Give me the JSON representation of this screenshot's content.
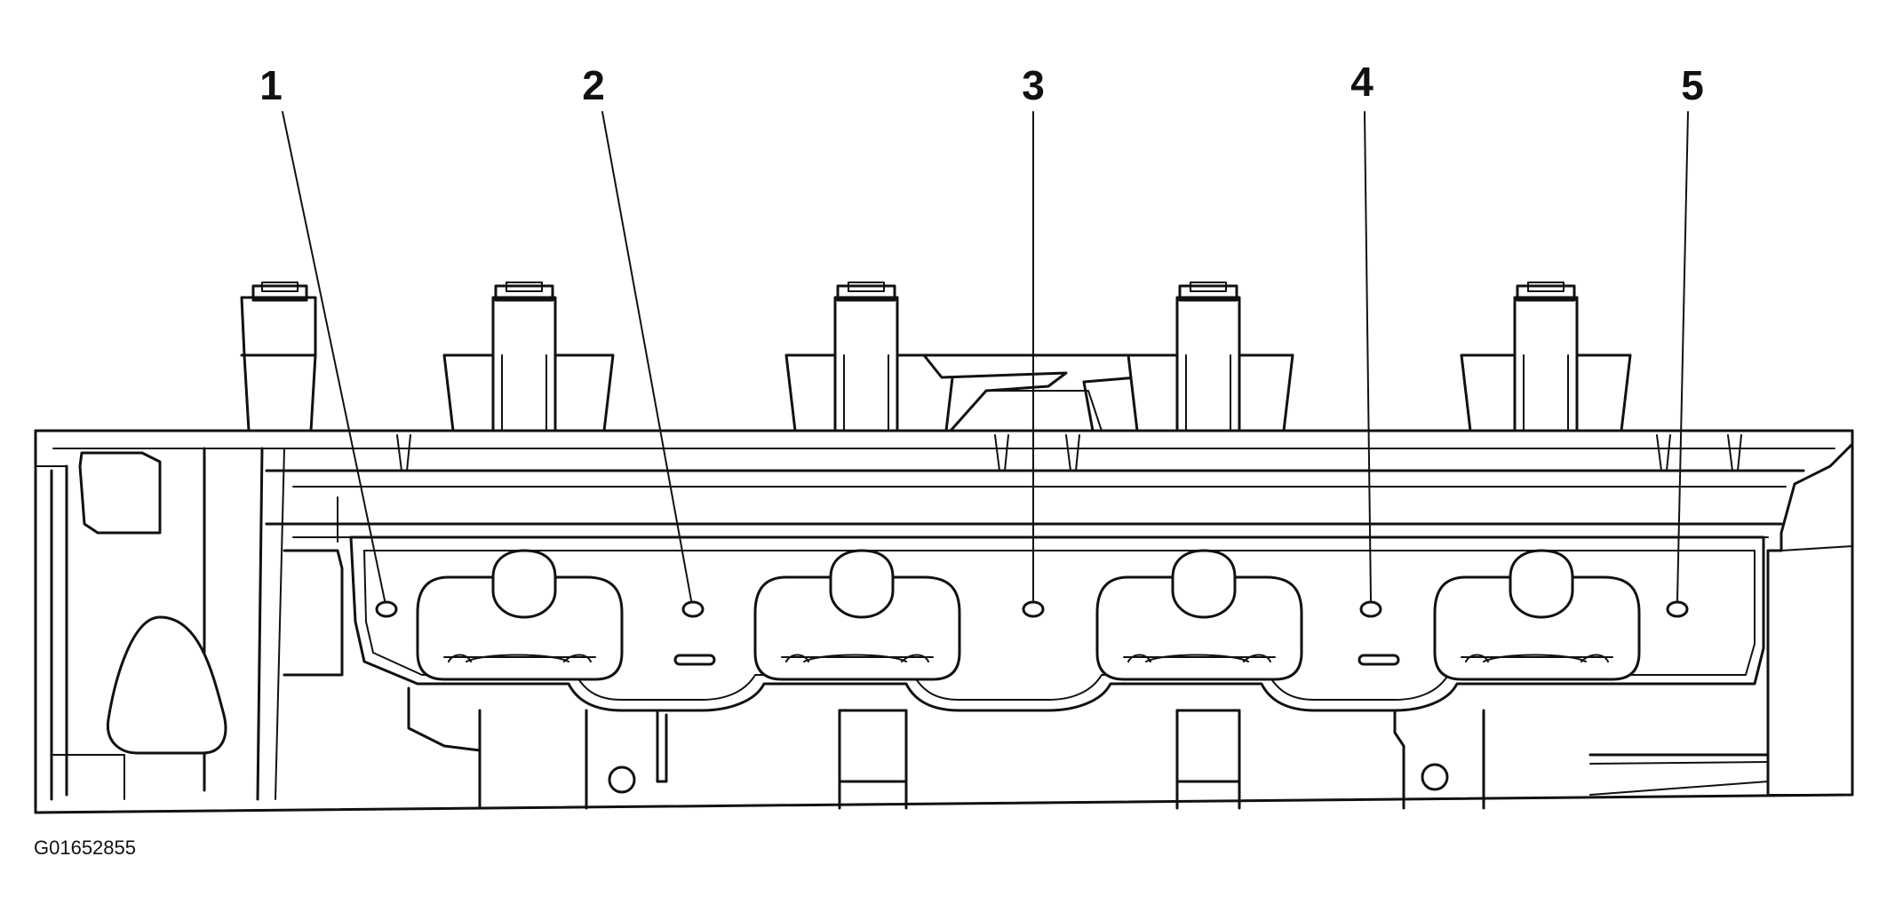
{
  "diagram": {
    "figure_id": "G01652855",
    "callouts": [
      {
        "label": "1"
      },
      {
        "label": "2"
      },
      {
        "label": "3"
      },
      {
        "label": "4"
      },
      {
        "label": "5"
      }
    ]
  }
}
